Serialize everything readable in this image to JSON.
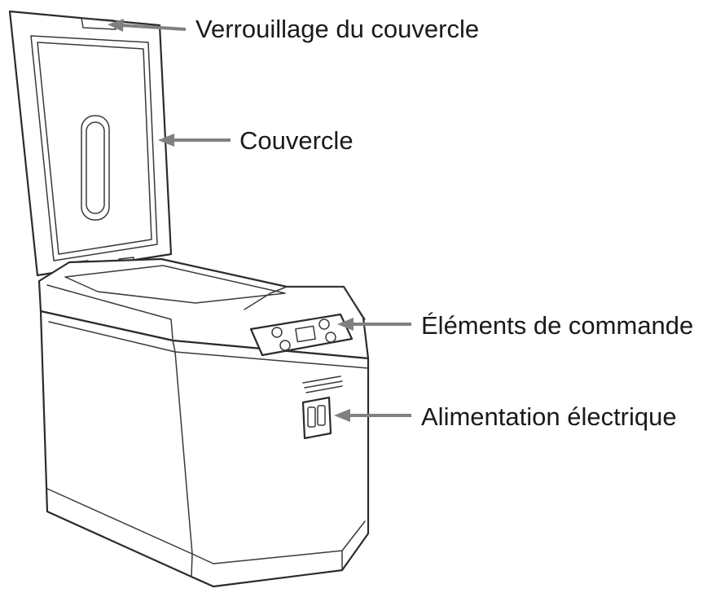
{
  "callouts": {
    "lid_lock": "Verrouillage du couvercle",
    "lid": "Couvercle",
    "controls": "Éléments de commande",
    "power": "Alimentation électrique"
  }
}
